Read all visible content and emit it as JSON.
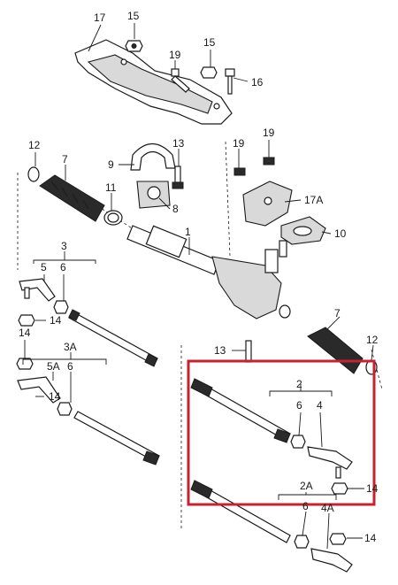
{
  "colors": {
    "highlight": "#c8202f",
    "line": "#1a1a1a",
    "part_fill": "#ffffff"
  },
  "callouts": {
    "c17": "17",
    "c15a": "15",
    "c19a": "19",
    "c15b": "15",
    "c16": "16",
    "c12a": "12",
    "c7a": "7",
    "c9": "9",
    "c13a": "13",
    "c19b": "19",
    "c19c": "19",
    "c11": "11",
    "c8": "8",
    "c17a": "17A",
    "c10": "10",
    "c1": "1",
    "c3": "3",
    "c5": "5",
    "c6a": "6",
    "c14a": "14",
    "c14b": "14",
    "c3a": "3A",
    "c5a": "5A",
    "c6b": "6",
    "c14c": "14",
    "c13b": "13",
    "c7b": "7",
    "c12b": "12",
    "c2": "2",
    "c6c": "6",
    "c4": "4",
    "c2a": "2A",
    "c14d": "14",
    "c6d": "6",
    "c4a": "4A",
    "c14e": "14"
  }
}
